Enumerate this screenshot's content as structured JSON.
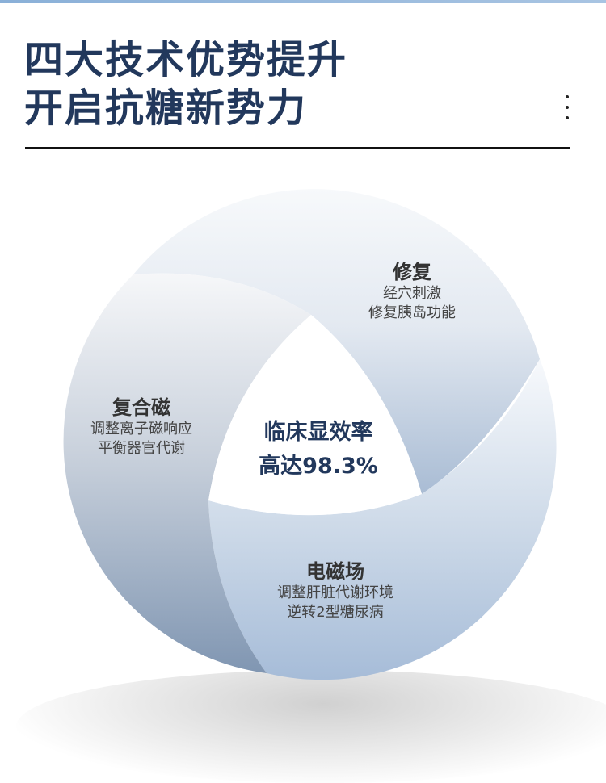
{
  "header": {
    "title_line1": "四大技术优势提升",
    "title_line2": "开启抗糖新势力",
    "menu_icon": "more-vertical-icon"
  },
  "diagram": {
    "center": {
      "line1": "临床显效率",
      "line2": "高达98.3%"
    },
    "segments": [
      {
        "title": "修复",
        "line1": "经穴刺激",
        "line2": "修复胰岛功能"
      },
      {
        "title": "复合磁",
        "line1": "调整离子磁响应",
        "line2": "平衡器官代谢"
      },
      {
        "title": "电磁场",
        "line1": "调整肝脏代谢环境",
        "line2": "逆转2型糖尿病"
      }
    ]
  },
  "colors": {
    "title": "#22385c",
    "top_bar": "#8ab0d8",
    "segment_light": "#f3f6fa",
    "segment_dark": "#8aa0bb",
    "segment_blue": "#a9bfda"
  }
}
